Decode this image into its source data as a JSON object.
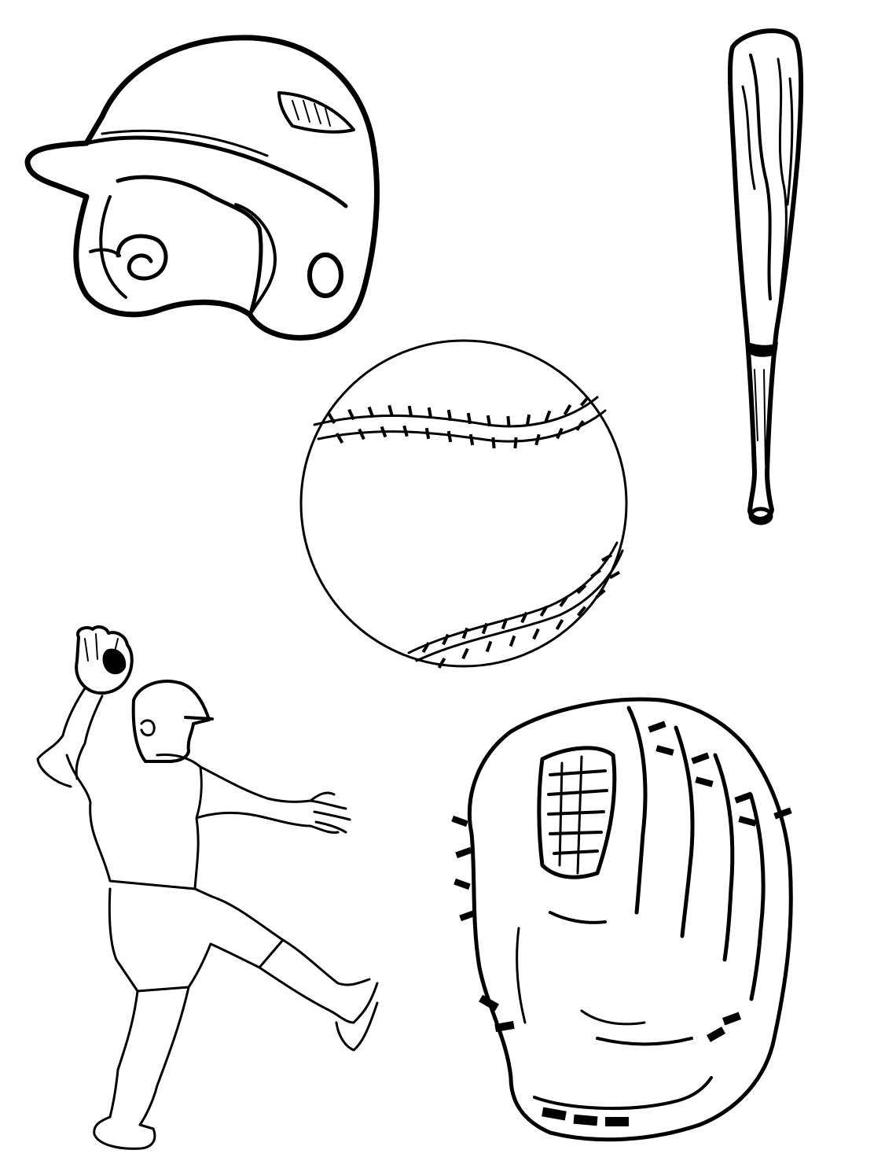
{
  "page": {
    "background": "#ffffff",
    "ink_color": "#000000"
  },
  "drawings": [
    {
      "id": "batting-helmet",
      "icon": "batting-helmet-icon"
    },
    {
      "id": "baseball-bat",
      "icon": "baseball-bat-icon"
    },
    {
      "id": "baseball",
      "icon": "baseball-icon"
    },
    {
      "id": "pitcher-figure",
      "icon": "pitcher-icon"
    },
    {
      "id": "baseball-glove",
      "icon": "baseball-glove-icon"
    }
  ]
}
